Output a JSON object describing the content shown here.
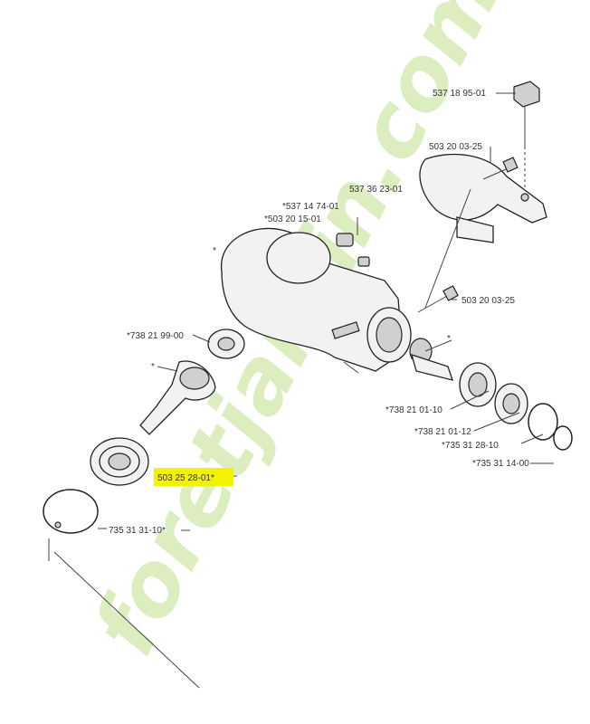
{
  "diagram": {
    "labels": [
      {
        "id": "p1",
        "text": "537 18 95-01"
      },
      {
        "id": "p2",
        "text": "503 20 03-25"
      },
      {
        "id": "p3",
        "text": "537 36 23-01"
      },
      {
        "id": "p4",
        "text": "*537 14 74-01"
      },
      {
        "id": "p5",
        "text": "*503 20 15-01"
      },
      {
        "id": "p6",
        "text": "*"
      },
      {
        "id": "p7",
        "text": "503 20 03-25"
      },
      {
        "id": "p8",
        "text": "*738 21 99-00"
      },
      {
        "id": "p9",
        "text": "*"
      },
      {
        "id": "p10",
        "text": "*"
      },
      {
        "id": "p11",
        "text": "*738 21 01-10"
      },
      {
        "id": "p12",
        "text": "*738 21 01-12"
      },
      {
        "id": "p13",
        "text": "*735 31 28-10"
      },
      {
        "id": "p14",
        "text": "*735 31 14-00"
      },
      {
        "id": "p15",
        "text": "503 25 28-01*"
      },
      {
        "id": "p16",
        "text": "735 31 31-10*"
      }
    ],
    "highlight_color": "#f3f200",
    "watermark": {
      "text": "foretjardin.com",
      "colors": [
        "#cfe6a8",
        "#f4c89a",
        "#c8c8c8"
      ]
    }
  }
}
